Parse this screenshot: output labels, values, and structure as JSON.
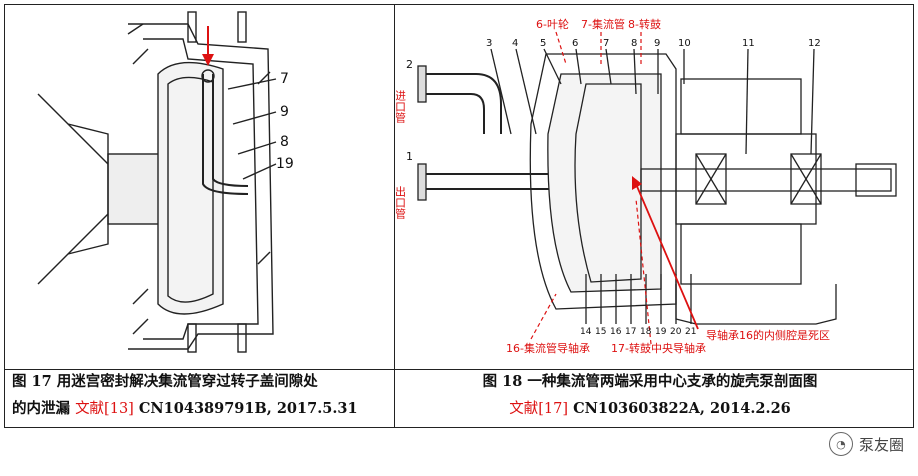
{
  "left_figure": {
    "part_labels": [
      "7",
      "9",
      "8",
      "19"
    ],
    "caption_line1": "图 17 用迷宫密封解决集流管穿过转子盖间隙处",
    "caption_line2_prefix": "的内泄漏",
    "caption_ref": "文献[13]",
    "caption_patent": "CN104389791B, 2017.5.31"
  },
  "right_figure": {
    "top_numbers": [
      "3",
      "4",
      "5",
      "6",
      "7",
      "8",
      "9",
      "10",
      "11",
      "12"
    ],
    "top_labels": [
      "6-叶轮",
      "7-集流管",
      "8-转鼓"
    ],
    "side_numbers": [
      "2",
      "1"
    ],
    "side_labels": [
      "进口管",
      "出口管"
    ],
    "bottom_numbers": [
      "14",
      "15",
      "16",
      "17",
      "18",
      "19",
      "20",
      "21"
    ],
    "annotations": [
      "16-集流管导轴承",
      "17-转鼓中央导轴承",
      "导轴承16的内侧腔是死区"
    ],
    "caption_line1": "图 18  一种集流管两端采用中心支承的旋壳泵剖面图",
    "caption_ref": "文献[17]",
    "caption_patent": "CN103603822A, 2014.2.26"
  },
  "watermark": "泵友圈",
  "colors": {
    "annotation_red": "#dd1111",
    "line": "#222222"
  }
}
